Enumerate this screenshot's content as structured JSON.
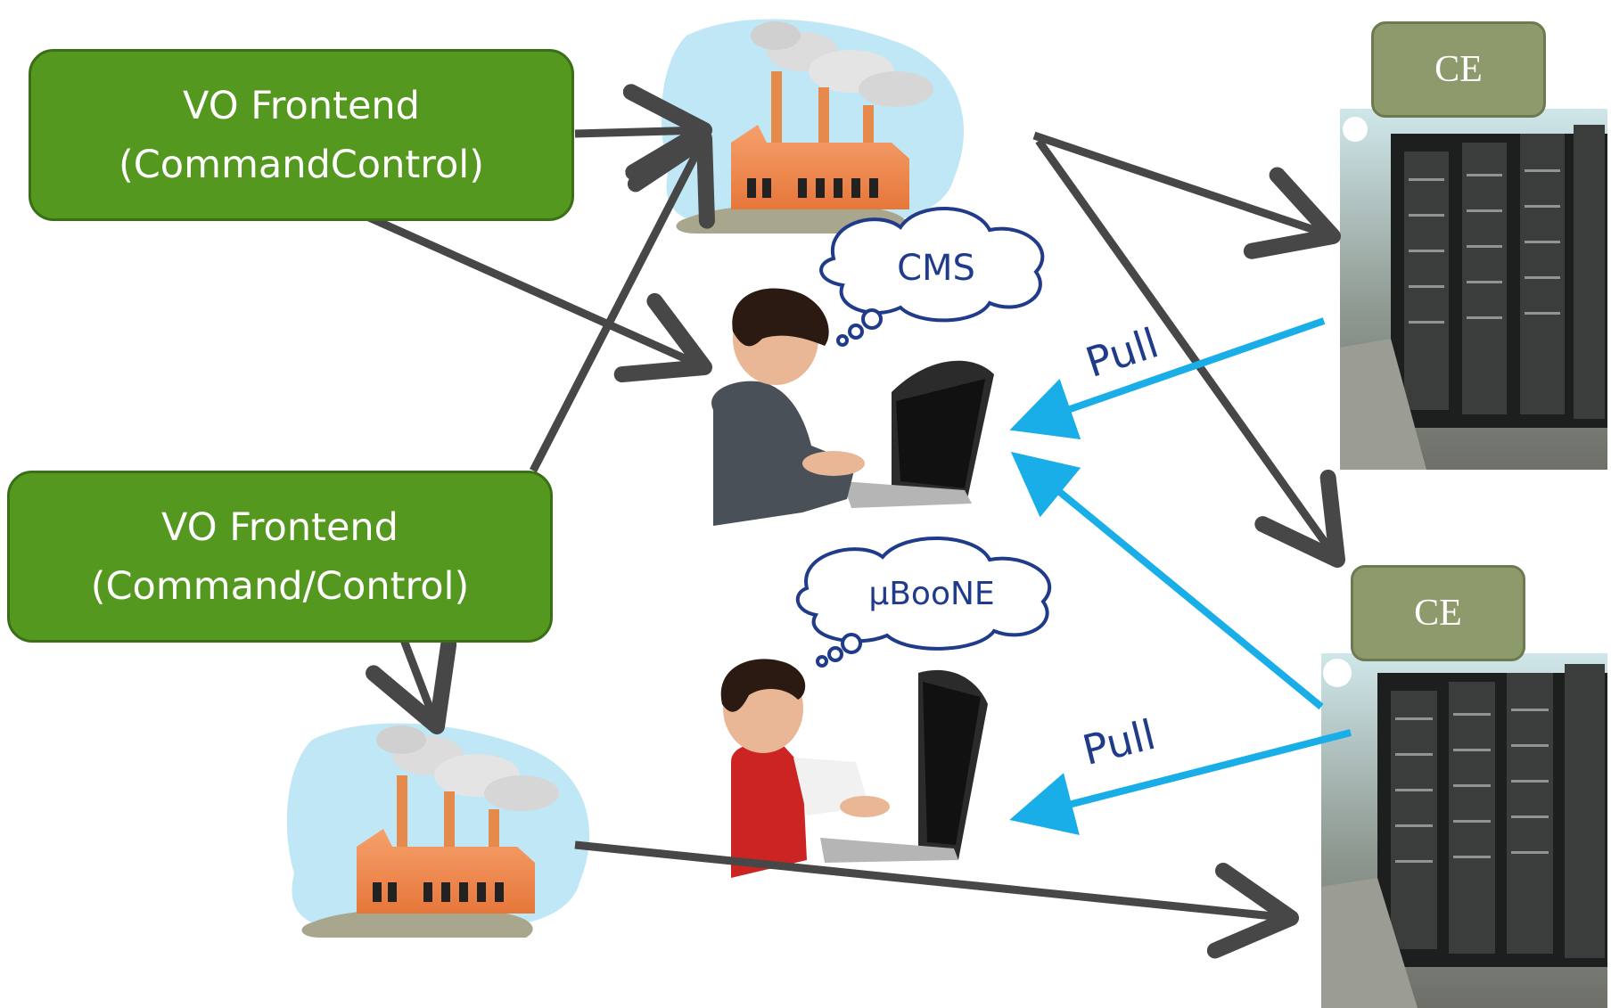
{
  "frontends": [
    {
      "line1": "VO Frontend",
      "line2": "(CommandControl)"
    },
    {
      "line1": "VO Frontend",
      "line2": "(Command/Control)"
    }
  ],
  "compute_elements": [
    {
      "label": "CE"
    },
    {
      "label": "CE"
    }
  ],
  "thoughts": [
    {
      "text": "CMS"
    },
    {
      "text": "µBooNE"
    }
  ],
  "pull_labels": [
    {
      "text": "Pull"
    },
    {
      "text": "Pull"
    }
  ],
  "colors": {
    "frontend_fill": "#55981f",
    "ce_fill": "#8d9a6c",
    "arrow_dark": "#474747",
    "arrow_pull": "#19aee8",
    "thought_text": "#1f3b8a"
  }
}
